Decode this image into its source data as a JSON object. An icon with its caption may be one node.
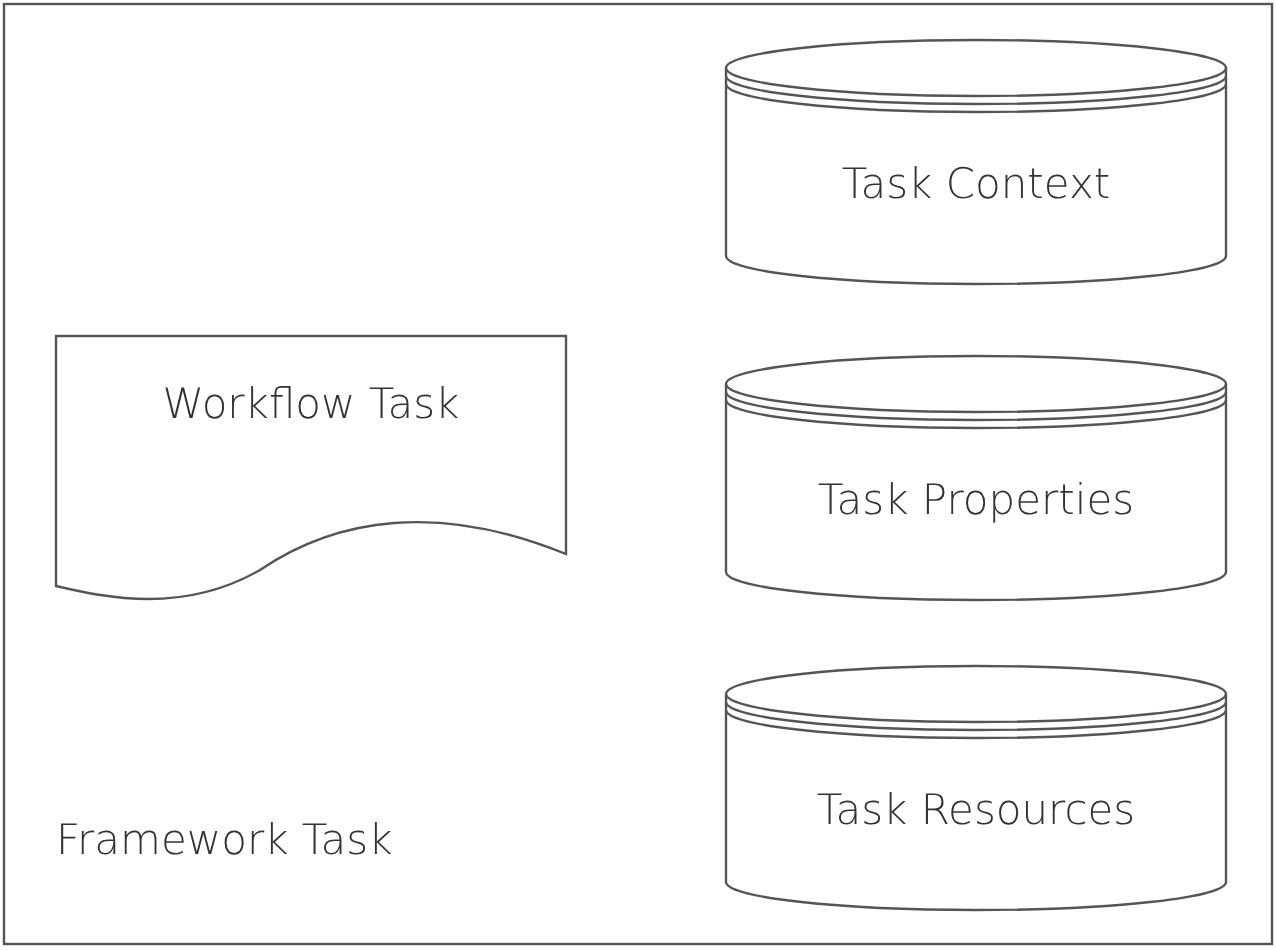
{
  "diagram": {
    "nodes": [
      {
        "text": [
          "Framework Task"
        ]
      },
      {
        "text": [
          "Workflow Task"
        ],
        "in": 0
      },
      {
        "text": [
          "Task Context"
        ],
        "in": 0
      },
      {
        "text": [
          "Task Properties"
        ],
        "in": 0
      },
      {
        "text": [
          "Task Resources"
        ],
        "in": 0
      }
    ]
  }
}
